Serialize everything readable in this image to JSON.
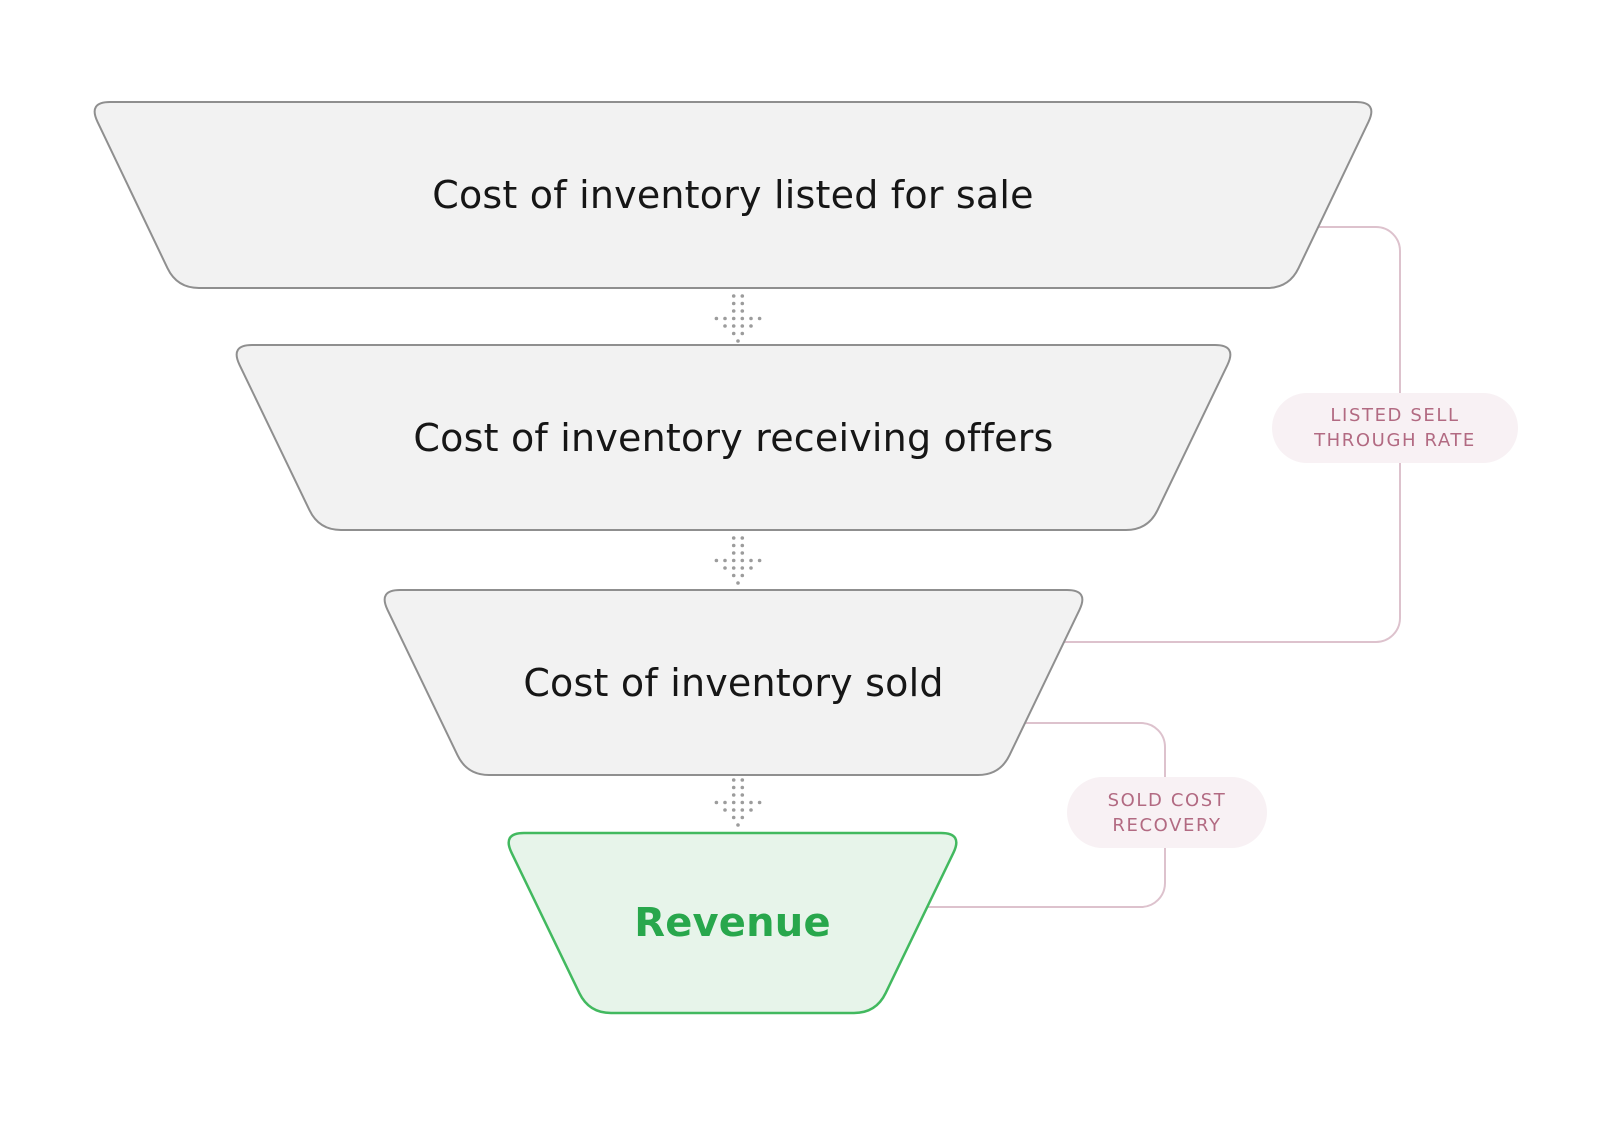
{
  "funnel": {
    "stages": [
      {
        "id": "listed-for-sale",
        "label": "Cost of inventory listed for sale"
      },
      {
        "id": "receiving-offers",
        "label": "Cost of inventory receiving offers"
      },
      {
        "id": "sold",
        "label": "Cost of inventory sold"
      },
      {
        "id": "revenue",
        "label": "Revenue"
      }
    ]
  },
  "annotations": [
    {
      "id": "listed-sell-through-rate",
      "line1": "LISTED SELL",
      "line2": "THROUGH RATE"
    },
    {
      "id": "sold-cost-recovery",
      "line1": "SOLD COST",
      "line2": "RECOVERY"
    }
  ],
  "colors": {
    "background": "#ffffff",
    "stage_fill": "#f2f2f2",
    "stage_border": "#8f8f8f",
    "stage_text": "#161616",
    "revenue_fill": "#e7f4ea",
    "revenue_border": "#42b95f",
    "revenue_text": "#28a74c",
    "annotation_line": "#ddc2cd",
    "annotation_bg": "#f8f1f4",
    "annotation_text": "#b26a82",
    "arrow_dots": "#9c9c9c"
  }
}
